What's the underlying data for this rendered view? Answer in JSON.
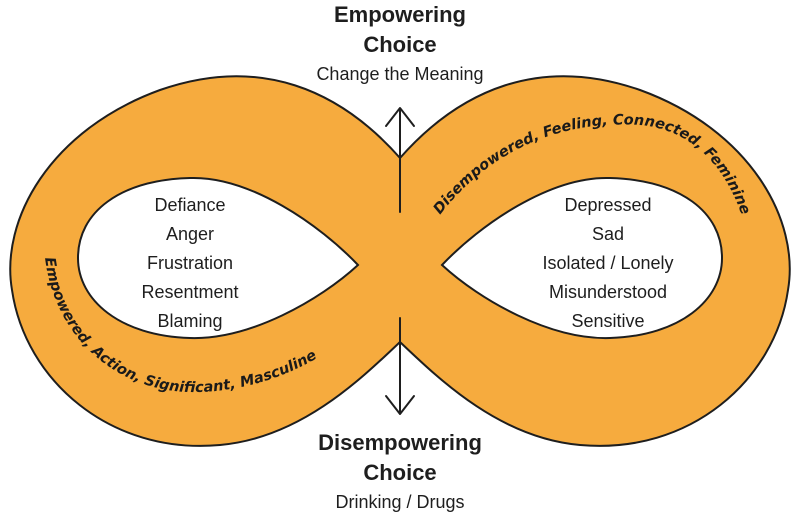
{
  "top": {
    "title_line1": "Empowering",
    "title_line2": "Choice",
    "subtitle": "Change the Meaning"
  },
  "bottom": {
    "title_line1": "Disempowering",
    "title_line2": "Choice",
    "subtitle": "Drinking / Drugs"
  },
  "left_loop": {
    "emotions": [
      "Defiance",
      "Anger",
      "Frustration",
      "Resentment",
      "Blaming"
    ],
    "band_label": "Empowered, Action, Significant, Masculine"
  },
  "right_loop": {
    "emotions": [
      "Depressed",
      "Sad",
      "Isolated / Lonely",
      "Misunderstood",
      "Sensitive"
    ],
    "band_label": "Disempowered, Feeling, Connected, Feminine"
  },
  "colors": {
    "band_fill": "#f6ab3e",
    "band_outline": "#1e1e1e",
    "text": "#1e1e1e"
  }
}
